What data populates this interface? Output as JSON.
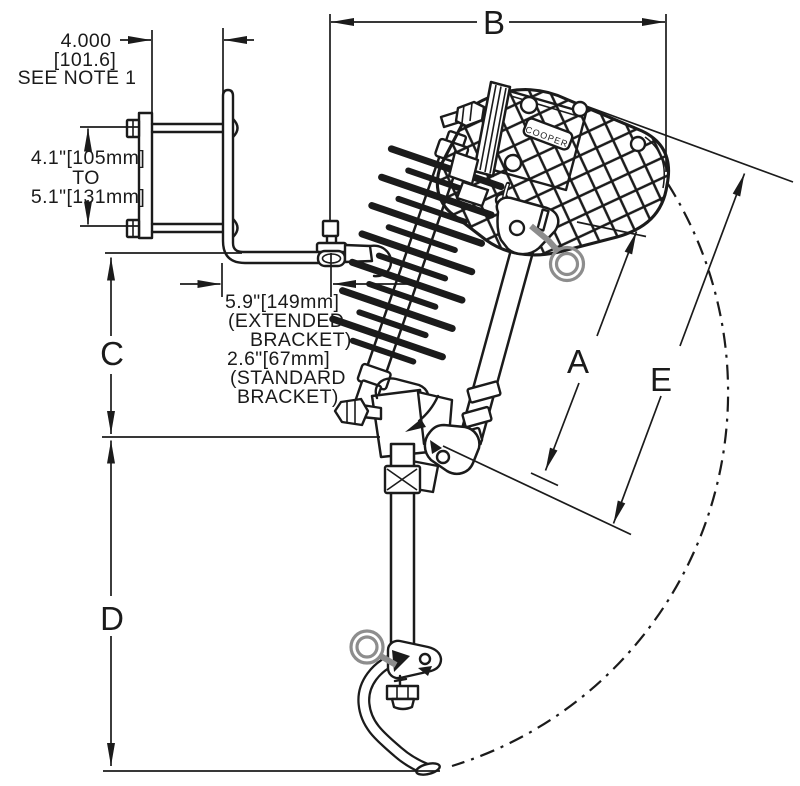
{
  "meta": {
    "description": "Outline dimension drawing of a pole-mounted fuse cutout with mounting bracket, porcelain insulator, fuse tube and swing arc"
  },
  "dims": {
    "mounting_hole": {
      "value": "4.000",
      "mm": "[101.6]",
      "note": "SEE NOTE 1"
    },
    "bolt_spacing": {
      "min": "4.1\"[105mm]",
      "to": "TO",
      "max": "5.1\"[131mm]"
    },
    "bracket_offset": {
      "extended_value": "5.9\"[149mm]",
      "extended_l1": "(EXTENDED",
      "extended_l2": "BRACKET)",
      "standard_value": "2.6\"[67mm]",
      "standard_l1": "(STANDARD",
      "standard_l2": "BRACKET)"
    },
    "letters": {
      "overall_width": "B",
      "upper_height": "C",
      "lower_height": "D",
      "fuse_length": "A",
      "swing_radius": "E"
    }
  },
  "brand_label": "COOPER",
  "colors": {
    "line": "#1b1b1b",
    "gray": "#8d8d8d",
    "background": "#ffffff"
  }
}
